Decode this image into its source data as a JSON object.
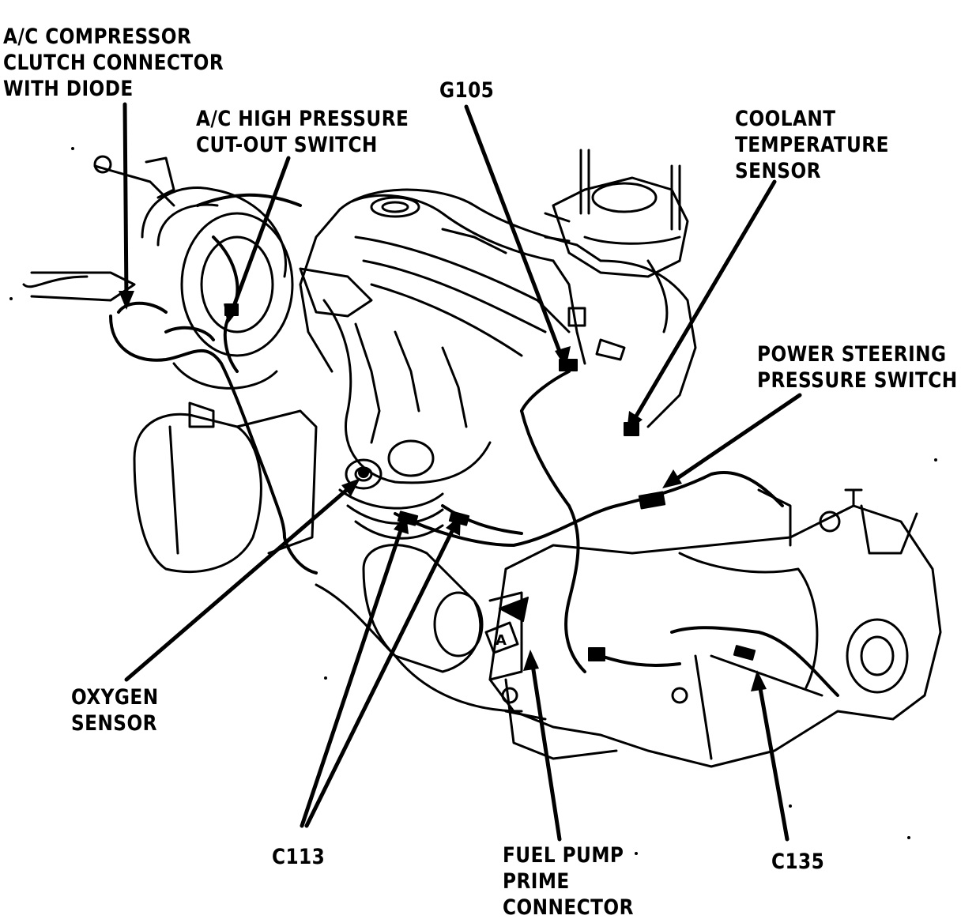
{
  "labels": {
    "ac_compressor": [
      "A/C COMPRESSOR",
      "CLUTCH CONNECTOR",
      "WITH DIODE"
    ],
    "ac_high_pressure": [
      "A/C HIGH PRESSURE",
      "CUT-OUT SWITCH"
    ],
    "g105": [
      "G105"
    ],
    "coolant": [
      "COOLANT",
      "TEMPERATURE",
      "SENSOR"
    ],
    "power_steering": [
      "POWER STEERING",
      "PRESSURE SWITCH"
    ],
    "oxygen": [
      "OXYGEN",
      "SENSOR"
    ],
    "c113": [
      "C113"
    ],
    "fuel_pump": [
      "FUEL PUMP",
      "PRIME",
      "CONNECTOR"
    ],
    "c135": [
      "C135"
    ],
    "marker": "A"
  },
  "colors": {
    "ink": "#000000",
    "paper": "#ffffff"
  }
}
